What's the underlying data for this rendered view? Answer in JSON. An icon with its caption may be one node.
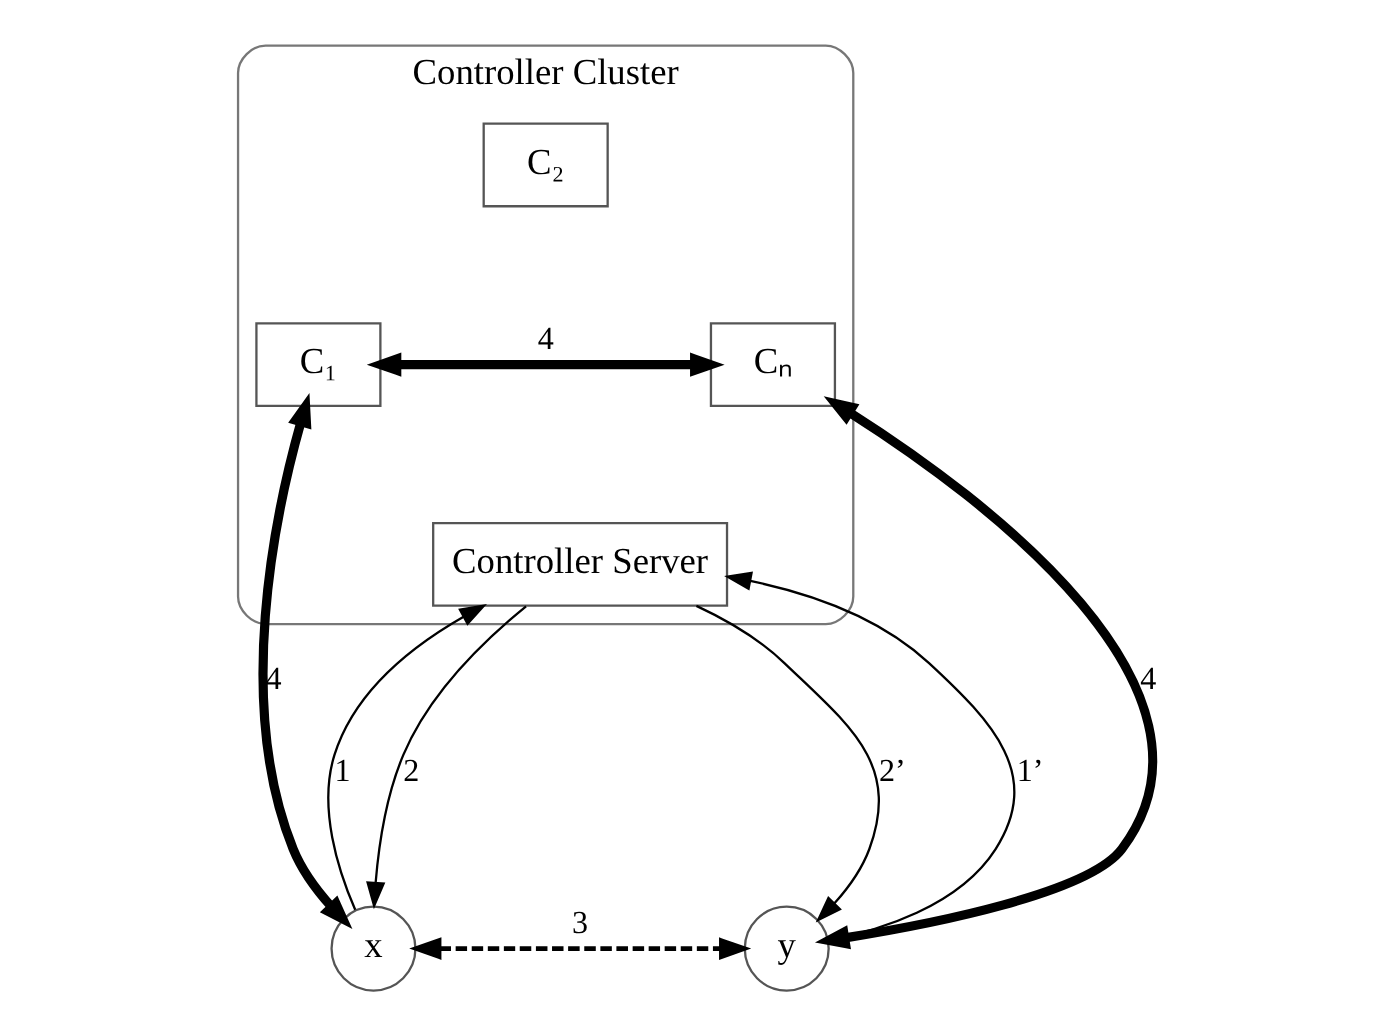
{
  "diagram": {
    "nodes": [
      {
        "text": [
          "Controller Cluster"
        ]
      },
      {
        "text": [
          "C₂"
        ],
        "in": 0
      },
      {
        "text": [
          "C₁"
        ],
        "in": 0
      },
      {
        "text": [
          "Cₙ"
        ],
        "in": 0
      },
      {
        "text": [
          "Controller Server"
        ],
        "in": 0
      },
      {
        "text": [
          "x"
        ]
      },
      {
        "text": [
          "y"
        ]
      }
    ],
    "edges": [
      {
        "from": 2,
        "to": 3,
        "arrow": "both",
        "label": "4",
        "style": "thick"
      },
      {
        "from": 5,
        "to": 2,
        "arrow": "both",
        "label": "4",
        "style": "thick"
      },
      {
        "from": 3,
        "to": 6,
        "arrow": "both",
        "label": "4",
        "style": "thick"
      },
      {
        "from": 4,
        "to": 5,
        "arrow": "to",
        "label": "2"
      },
      {
        "from": 5,
        "to": 4,
        "arrow": "to",
        "label": "1"
      },
      {
        "from": 4,
        "to": 6,
        "arrow": "to",
        "label": "2’"
      },
      {
        "from": 6,
        "to": 4,
        "arrow": "to",
        "label": "1’"
      },
      {
        "from": 5,
        "to": 6,
        "arrow": "both",
        "label": "3",
        "style": "dashed"
      }
    ]
  }
}
